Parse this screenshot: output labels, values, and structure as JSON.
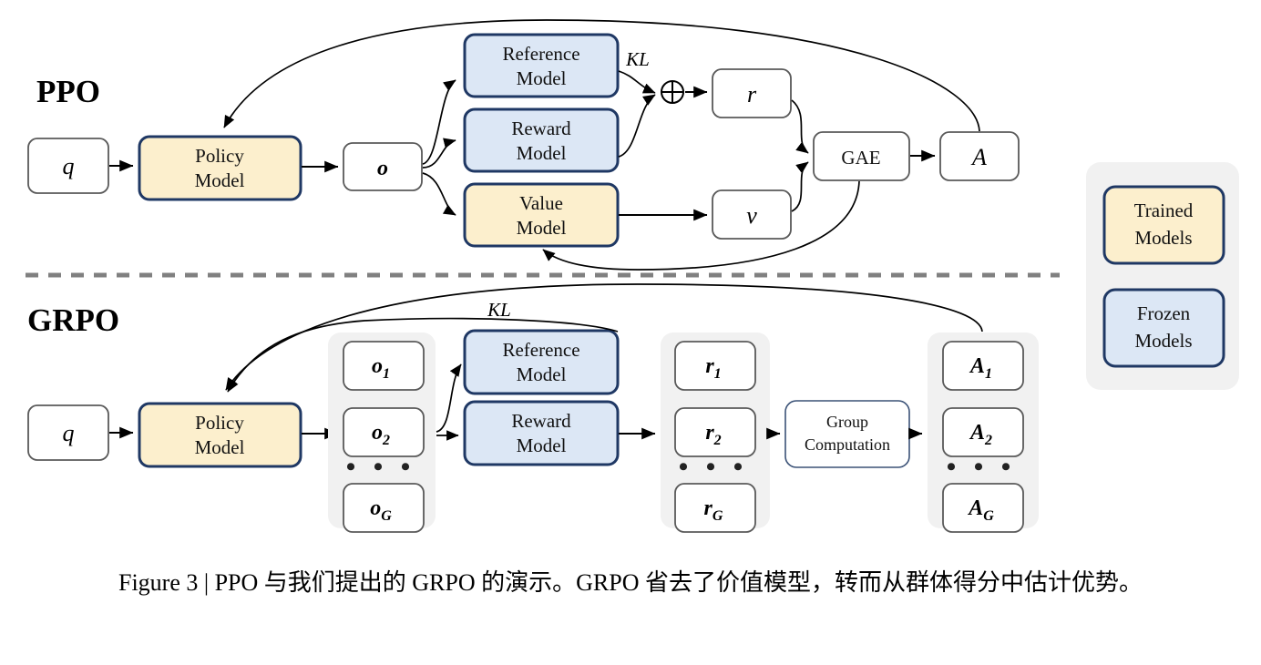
{
  "figure": {
    "caption": "Figure 3 | PPO 与我们提出的 GRPO 的演示。GRPO 省去了价值模型，转而从群体得分中估计优势。"
  },
  "colors": {
    "trained_fill": "#FCEFCD",
    "frozen_fill": "#DCE7F5",
    "model_border": "#1F3864",
    "group_bg": "#F1F1F1",
    "divider": "#808080",
    "arrow": "#000000"
  },
  "ppo": {
    "title": "PPO",
    "query": "q",
    "policy_model": "Policy Model",
    "output": "o",
    "reference_model": "Reference Model",
    "reward_model": "Reward Model",
    "value_model": "Value Model",
    "kl_label": "KL",
    "sum_symbol": "⊕",
    "reward": "r",
    "value": "v",
    "gae": "GAE",
    "advantage": "A"
  },
  "grpo": {
    "title": "GRPO",
    "query": "q",
    "policy_model": "Policy Model",
    "kl_label": "KL",
    "reference_model": "Reference Model",
    "reward_model": "Reward Model",
    "group_computation": "Group Computation",
    "ellipsis": "• • •",
    "outputs": [
      "o₁",
      "o₂",
      "o_G"
    ],
    "outputs_parts": [
      {
        "base": "o",
        "sub": "1"
      },
      {
        "base": "o",
        "sub": "2"
      },
      {
        "base": "o",
        "sub": "G"
      }
    ],
    "rewards_parts": [
      {
        "base": "r",
        "sub": "1"
      },
      {
        "base": "r",
        "sub": "2"
      },
      {
        "base": "r",
        "sub": "G"
      }
    ],
    "advantages_parts": [
      {
        "base": "A",
        "sub": "1"
      },
      {
        "base": "A",
        "sub": "2"
      },
      {
        "base": "A",
        "sub": "G"
      }
    ]
  },
  "legend": {
    "trained": "Trained Models",
    "frozen": "Frozen Models"
  }
}
